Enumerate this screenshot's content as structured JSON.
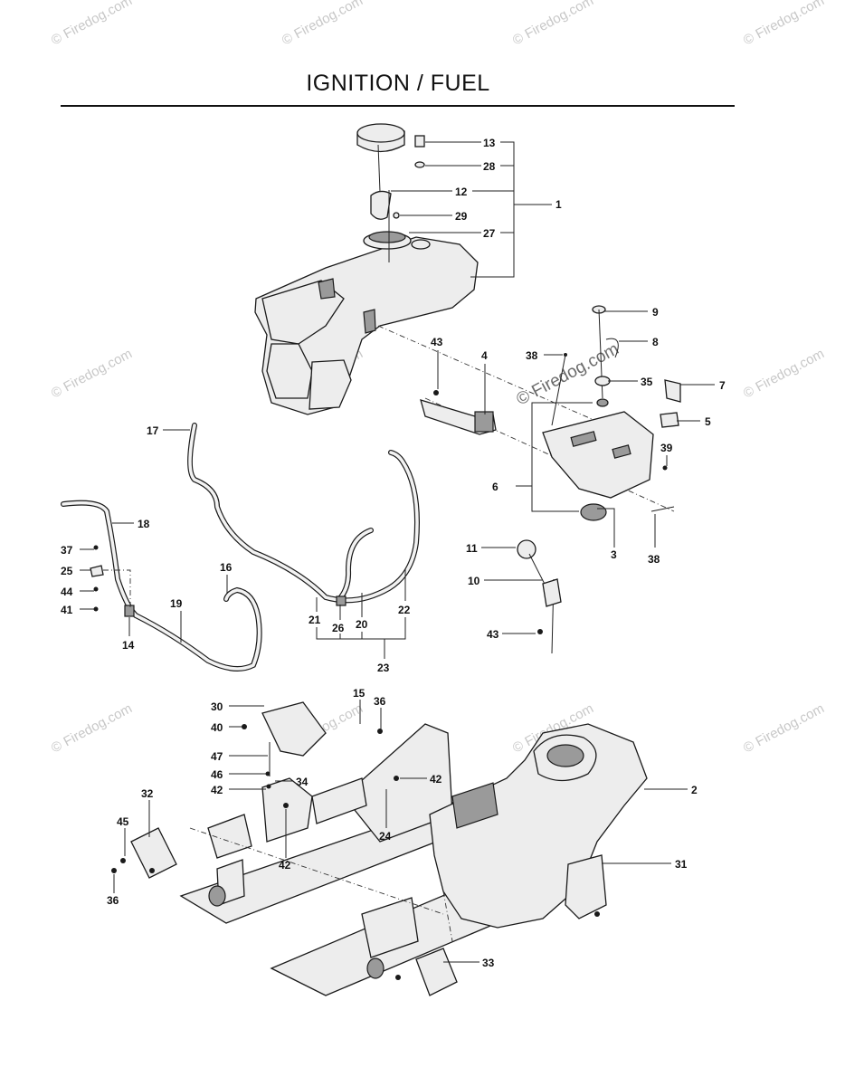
{
  "title": "IGNITION / FUEL",
  "watermarks": {
    "small": "© Firedog.com",
    "large": "© Firedog.com"
  },
  "callouts": [
    {
      "id": "c13",
      "text": "13"
    },
    {
      "id": "c28",
      "text": "28"
    },
    {
      "id": "c12",
      "text": "12"
    },
    {
      "id": "c1",
      "text": "1"
    },
    {
      "id": "c29",
      "text": "29"
    },
    {
      "id": "c27",
      "text": "27"
    },
    {
      "id": "c9",
      "text": "9"
    },
    {
      "id": "c8",
      "text": "8"
    },
    {
      "id": "c43a",
      "text": "43"
    },
    {
      "id": "c4",
      "text": "4"
    },
    {
      "id": "c38a",
      "text": "38"
    },
    {
      "id": "c35",
      "text": "35"
    },
    {
      "id": "c7",
      "text": "7"
    },
    {
      "id": "c5",
      "text": "5"
    },
    {
      "id": "c39",
      "text": "39"
    },
    {
      "id": "c6",
      "text": "6"
    },
    {
      "id": "c3",
      "text": "3"
    },
    {
      "id": "c38b",
      "text": "38"
    },
    {
      "id": "c17",
      "text": "17"
    },
    {
      "id": "c18",
      "text": "18"
    },
    {
      "id": "c37",
      "text": "37"
    },
    {
      "id": "c25",
      "text": "25"
    },
    {
      "id": "c44",
      "text": "44"
    },
    {
      "id": "c41",
      "text": "41"
    },
    {
      "id": "c14",
      "text": "14"
    },
    {
      "id": "c19",
      "text": "19"
    },
    {
      "id": "c16",
      "text": "16"
    },
    {
      "id": "c21",
      "text": "21"
    },
    {
      "id": "c26",
      "text": "26"
    },
    {
      "id": "c20",
      "text": "20"
    },
    {
      "id": "c22",
      "text": "22"
    },
    {
      "id": "c23",
      "text": "23"
    },
    {
      "id": "c11",
      "text": "11"
    },
    {
      "id": "c10",
      "text": "10"
    },
    {
      "id": "c43b",
      "text": "43"
    },
    {
      "id": "c30",
      "text": "30"
    },
    {
      "id": "c15",
      "text": "15"
    },
    {
      "id": "c36a",
      "text": "36"
    },
    {
      "id": "c40",
      "text": "40"
    },
    {
      "id": "c47",
      "text": "47"
    },
    {
      "id": "c46",
      "text": "46"
    },
    {
      "id": "c34",
      "text": "34"
    },
    {
      "id": "c42a",
      "text": "42"
    },
    {
      "id": "c42b",
      "text": "42"
    },
    {
      "id": "c2",
      "text": "2"
    },
    {
      "id": "c32",
      "text": "32"
    },
    {
      "id": "c45",
      "text": "45"
    },
    {
      "id": "c24",
      "text": "24"
    },
    {
      "id": "c42c",
      "text": "42"
    },
    {
      "id": "c36b",
      "text": "36"
    },
    {
      "id": "c31",
      "text": "31"
    },
    {
      "id": "c33",
      "text": "33"
    }
  ]
}
